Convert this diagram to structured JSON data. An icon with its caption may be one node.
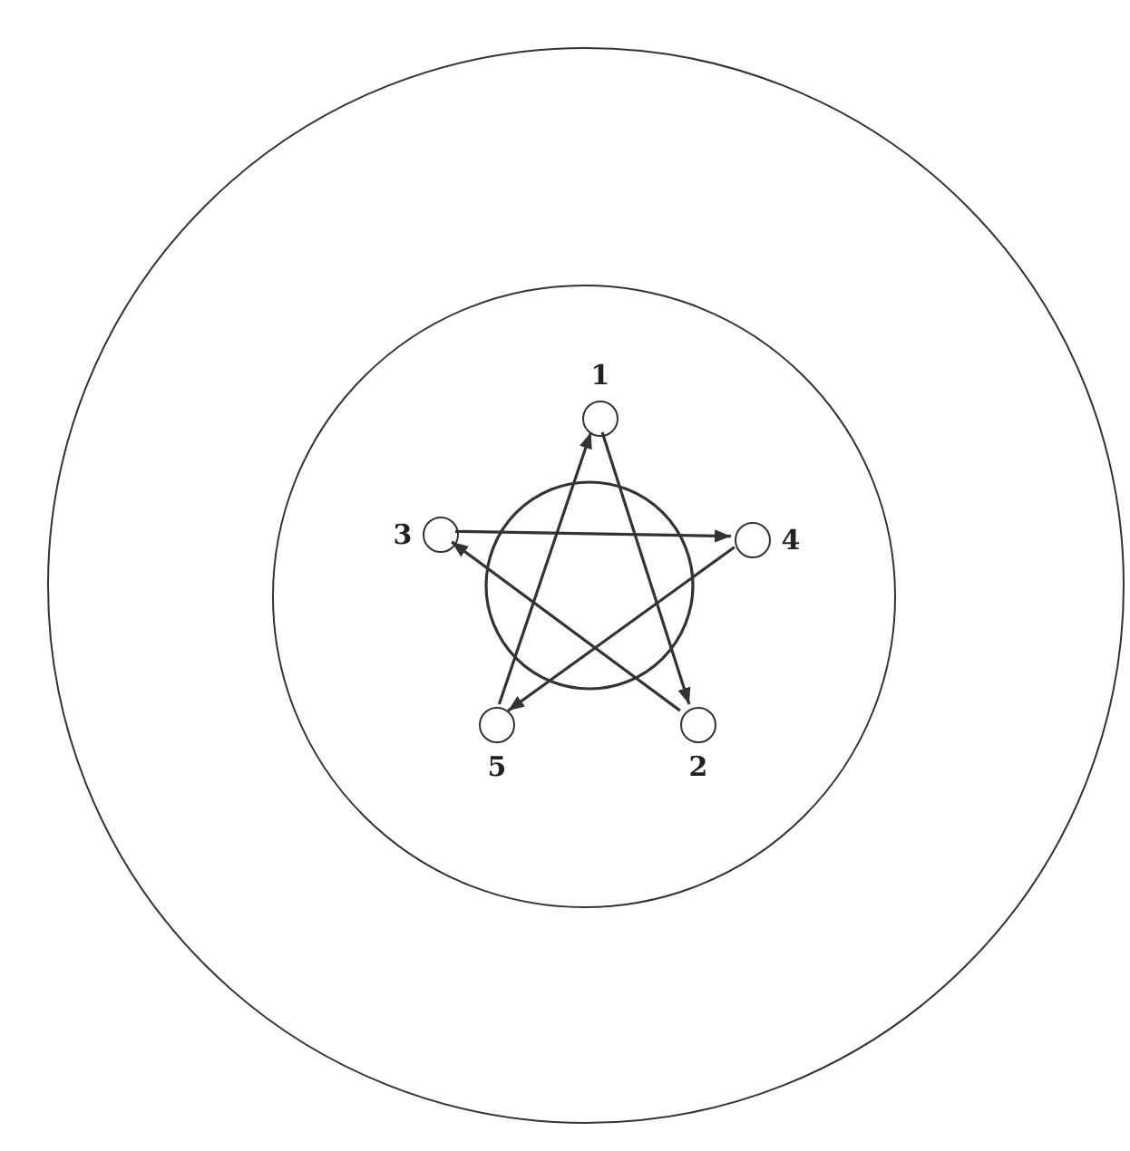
{
  "diagram": {
    "nodes": [
      {
        "text": [],
        "shape": "circle"
      },
      {
        "text": [],
        "shape": "circle",
        "in": 0
      },
      {
        "text": [],
        "shape": "circle",
        "in": 1,
        "beside": [
          "1"
        ]
      },
      {
        "text": [],
        "shape": "circle",
        "in": 1,
        "beside": [
          "3"
        ]
      },
      {
        "text": [],
        "shape": "circle",
        "in": 1,
        "beside": [
          "4"
        ]
      },
      {
        "text": [],
        "shape": "circle",
        "in": 1,
        "beside": [
          "5"
        ]
      },
      {
        "text": [],
        "shape": "circle",
        "in": 1,
        "beside": [
          "2"
        ]
      }
    ],
    "edges": [
      {
        "from": 2,
        "to": 6,
        "arrow": "to"
      },
      {
        "from": 6,
        "to": 3,
        "arrow": "to"
      },
      {
        "from": 3,
        "to": 4,
        "arrow": "to"
      },
      {
        "from": 4,
        "to": 5,
        "arrow": "to"
      },
      {
        "from": 5,
        "to": 2,
        "arrow": "to"
      }
    ]
  }
}
